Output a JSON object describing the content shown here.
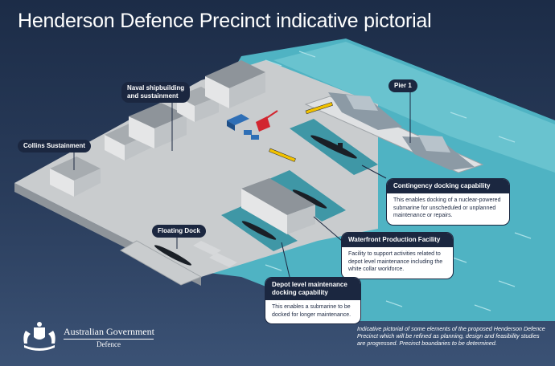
{
  "title": "Henderson Defence Precinct indicative pictorial",
  "labels": {
    "collins": "Collins Sustainment",
    "naval": "Naval shipbuilding\nand sustainment",
    "pier": "Pier 1",
    "floating_dock": "Floating Dock"
  },
  "callouts": {
    "contingency": {
      "title": "Contingency docking capability",
      "text": "This enables docking of a nuclear-powered submarine for unscheduled or unplanned maintenance or repairs."
    },
    "waterfront": {
      "title": "Waterfront Production Facility",
      "text": "Facility to support activities related to depot level maintenance including the white collar workforce."
    },
    "depot": {
      "title": "Depot level maintenance docking capability",
      "text": "This enables a submarine to be docked for longer maintenance."
    }
  },
  "branding": {
    "government": "Australian Government",
    "department": "Defence"
  },
  "footnote": "Indicative pictorial of some elements of the proposed Henderson Defence Precinct which will be refined as planning, design and feasibility studies are progressed. Precinct boundaries to be determined.",
  "colors": {
    "sea": "#4fb3c3",
    "sea_light": "#7fcfd9",
    "land": "#c9ccce",
    "land_edge": "#9fa4a8",
    "label_bg": "#1b2740",
    "crane": "#d22630",
    "truck": "#2f6fb6"
  }
}
